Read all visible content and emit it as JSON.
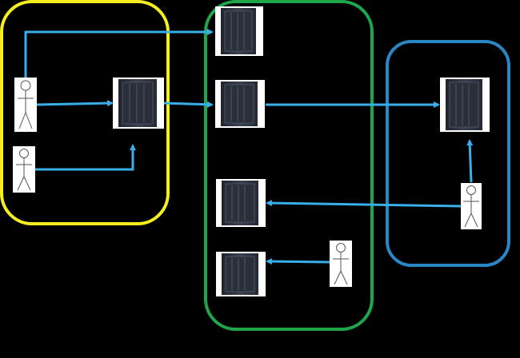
{
  "colors": {
    "background": "#000000",
    "zone_left": "#f5ef1e",
    "zone_middle": "#1fa64a",
    "zone_right": "#2b86c5",
    "arrow": "#3aaee8",
    "server_body": "#2a2f3a",
    "server_panel": "#3b4150",
    "person_fill": "#ffffff",
    "person_stroke": "#555555"
  },
  "icons": {
    "server": "server-rack-icon",
    "person": "person-icon"
  },
  "zones": [
    {
      "id": "left",
      "color_key": "zone_left"
    },
    {
      "id": "middle",
      "color_key": "zone_middle"
    },
    {
      "id": "right",
      "color_key": "zone_right"
    }
  ],
  "servers": [
    {
      "id": "m1",
      "zone": "middle"
    },
    {
      "id": "m2",
      "zone": "middle"
    },
    {
      "id": "m3",
      "zone": "middle"
    },
    {
      "id": "m4",
      "zone": "middle"
    },
    {
      "id": "l1",
      "zone": "left"
    },
    {
      "id": "r1",
      "zone": "right"
    }
  ],
  "persons": [
    {
      "id": "pl1",
      "zone": "left"
    },
    {
      "id": "pl2",
      "zone": "left"
    },
    {
      "id": "pm1",
      "zone": "middle"
    },
    {
      "id": "pr1",
      "zone": "right"
    }
  ],
  "connections": [
    {
      "from": "pl1",
      "to": "m1"
    },
    {
      "from": "pl1",
      "to": "l1"
    },
    {
      "from": "pl2",
      "to": "l1"
    },
    {
      "from": "l1",
      "to": "m2"
    },
    {
      "from": "m2",
      "to": "r1"
    },
    {
      "from": "pr1",
      "to": "r1"
    },
    {
      "from": "pr1",
      "to": "m3"
    },
    {
      "from": "pm1",
      "to": "m4"
    }
  ]
}
